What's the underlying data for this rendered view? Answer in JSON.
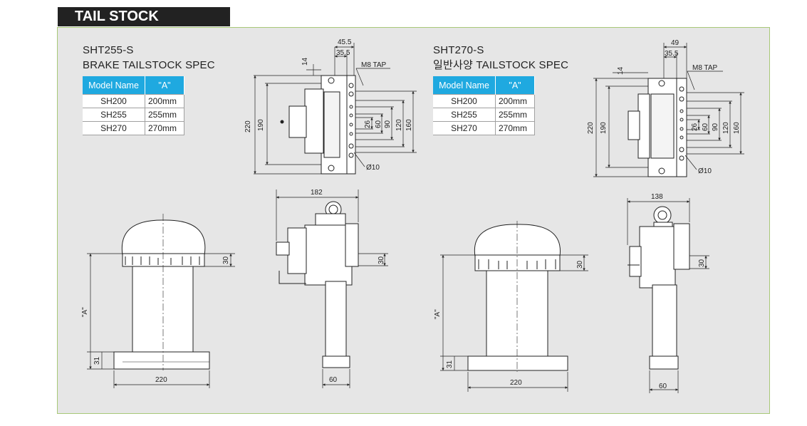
{
  "header": {
    "title": "TAIL STOCK"
  },
  "specs": [
    {
      "model_code": "SHT255-S",
      "subtitle": "BRAKE TAILSTOCK SPEC",
      "columns": [
        "Model Name",
        "\"A\""
      ],
      "rows": [
        [
          "SH200",
          "200mm"
        ],
        [
          "SH255",
          "255mm"
        ],
        [
          "SH270",
          "270mm"
        ]
      ]
    },
    {
      "model_code": "SHT270-S",
      "subtitle": "일반사양 TAILSTOCK SPEC",
      "columns": [
        "Model Name",
        "\"A\""
      ],
      "rows": [
        [
          "SH200",
          "200mm"
        ],
        [
          "SH255",
          "255mm"
        ],
        [
          "SH270",
          "270mm"
        ]
      ]
    }
  ],
  "drawing1": {
    "tap": "M8 TAP",
    "hole": "Ø10",
    "dims": {
      "top_w1": "45.5",
      "top_w2": "35.5",
      "t14": "14",
      "h220": "220",
      "h190": "190",
      "v26": "26",
      "v60": "60",
      "v90": "90",
      "v120": "120",
      "v160": "160",
      "side_w": "182",
      "side_30": "30",
      "side_60": "60",
      "front_30": "30",
      "front_A": "\"A\"",
      "front_31": "31",
      "front_220": "220"
    }
  },
  "drawing2": {
    "tap": "M8 TAP",
    "hole": "Ø10",
    "dims": {
      "top_w1": "49",
      "top_w2": "35.5",
      "t14": "14",
      "h220": "220",
      "h190": "190",
      "v26": "26",
      "v60": "60",
      "v90": "90",
      "v120": "120",
      "v160": "160",
      "side_w": "138",
      "side_30": "30",
      "side_60": "60",
      "front_30": "30",
      "front_A": "\"A\"",
      "front_31": "31",
      "front_220": "220"
    }
  }
}
